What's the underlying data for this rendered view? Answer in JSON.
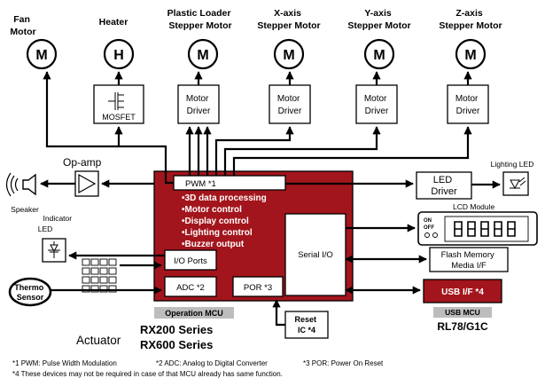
{
  "top_labels": {
    "fan": [
      "Fan",
      "Motor"
    ],
    "heater": "Heater",
    "loader": [
      "Plastic Loader",
      "Stepper Motor"
    ],
    "xaxis": [
      "X-axis",
      "Stepper Motor"
    ],
    "yaxis": [
      "Y-axis",
      "Stepper Motor"
    ],
    "zaxis": [
      "Z-axis",
      "Stepper Motor"
    ]
  },
  "symbols": {
    "motor": "M",
    "heater": "H"
  },
  "drivers": {
    "mosfet": "MOSFET",
    "motor_driver": [
      "Motor",
      "Driver"
    ]
  },
  "mcu": {
    "pwm": "PWM *1",
    "functions": [
      "•3D data processing",
      "•Motor control",
      "•Display control",
      "•Lighting control",
      "•Buzzer output"
    ],
    "io_ports": "I/O Ports",
    "adc": "ADC *2",
    "por": "POR *3",
    "serial_io": "Serial I/O",
    "label": "Operation MCU"
  },
  "left": {
    "opamp": "Op-amp",
    "speaker": "Speaker",
    "indicator": [
      "Indicator",
      "LED"
    ],
    "thermo": [
      "Thermo",
      "Sensor"
    ],
    "actuator": "Actuator"
  },
  "right": {
    "led_driver": [
      "LED",
      "Driver"
    ],
    "lighting_led": "Lighting LED",
    "lcd_module": "LCD Module",
    "lcd_on": "ON",
    "lcd_off": "OFF",
    "flash": [
      "Flash Memory",
      "Media I/F"
    ],
    "usb_if": "USB I/F *4",
    "usb_mcu_label": "USB MCU",
    "usb_mcu_name": "RL78/G1C"
  },
  "reset": [
    "Reset",
    "IC *4"
  ],
  "series": [
    "RX200 Series",
    "RX600 Series"
  ],
  "notes": {
    "pwm": "*1 PWM: Pulse Width Modulation",
    "adc": "*2 ADC: Analog to Digital Converter",
    "por": "*3 POR: Power On Reset",
    "devices": "*4 These devices may not be required in case of that MCU already has same function."
  },
  "colors": {
    "mcu_fill": "#a3151c",
    "usb_fill": "#a3151c",
    "label_fill": "#bdbdbd"
  }
}
